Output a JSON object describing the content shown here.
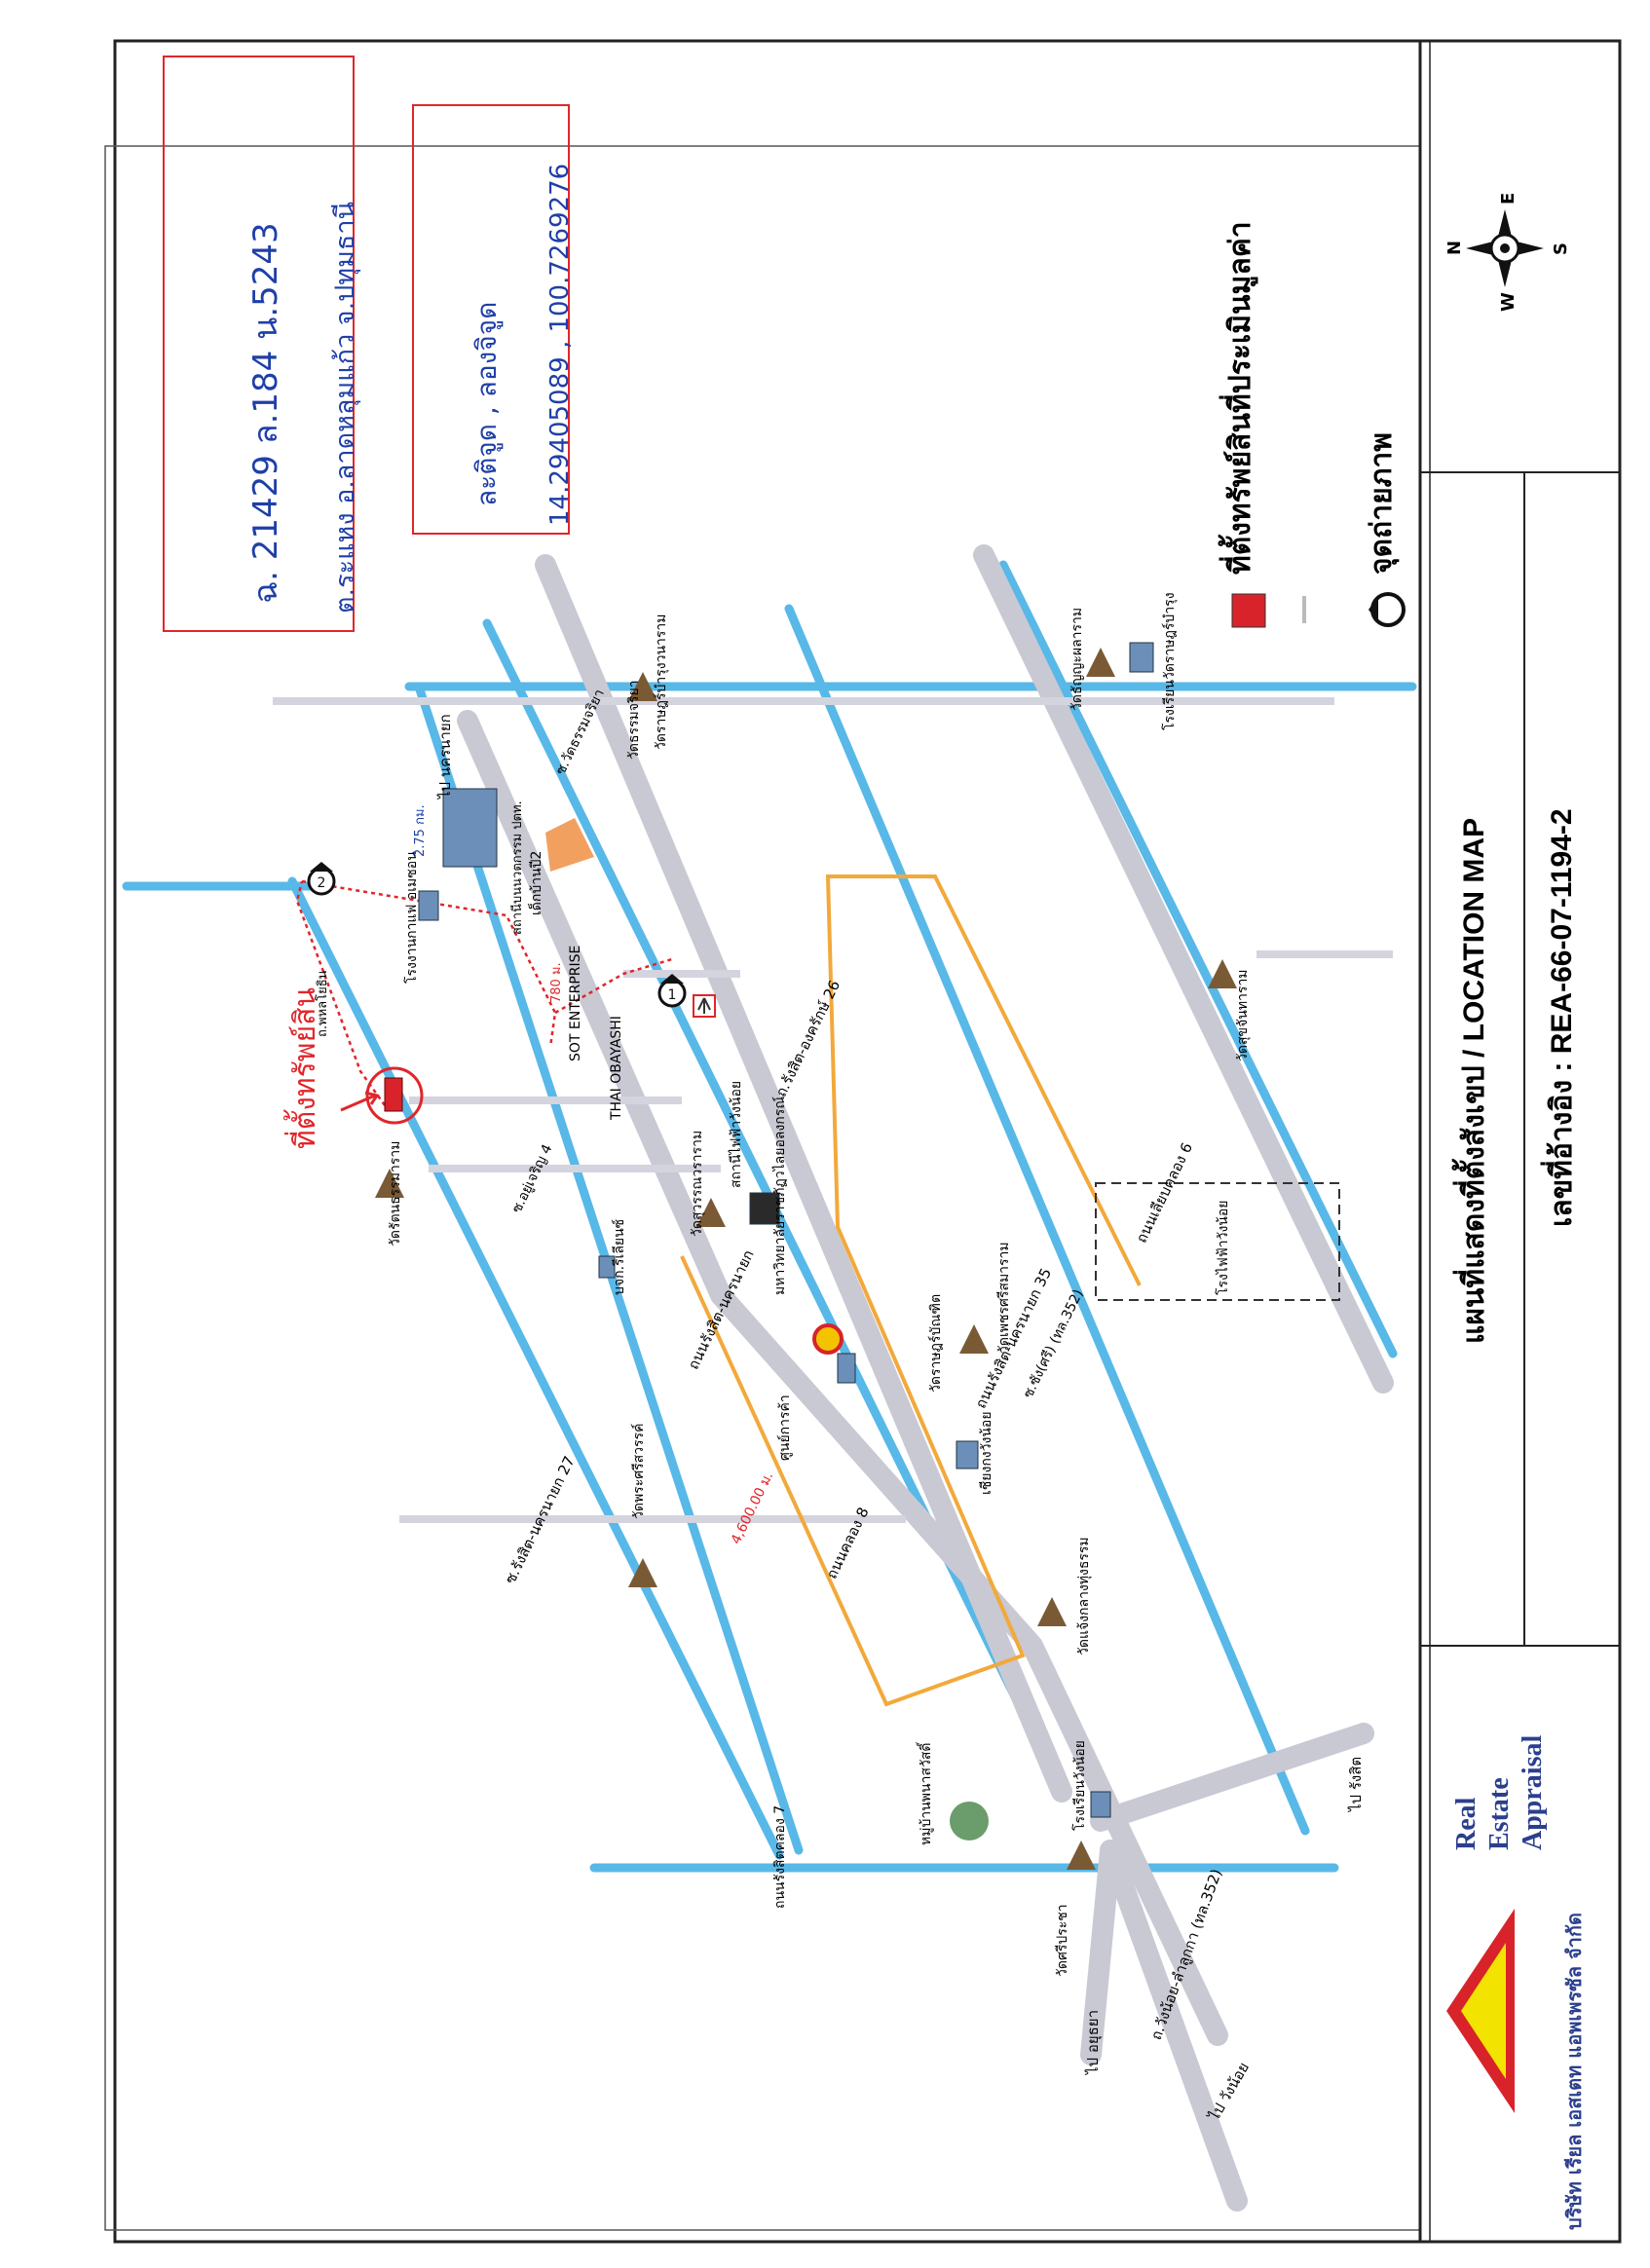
{
  "hand_note": {
    "lines": [
      "ฉ. 21429 ล.184 น.5243",
      "ต.ระแหง อ.ลาดหลุมแก้ว จ.ปทุมธานี"
    ]
  },
  "coord_note": {
    "lines": [
      "ละติจูด , ลองจิจูด",
      "14.29405089 , 100.7269276"
    ]
  },
  "handwritten_label": "ที่ตั้งทรัพย์สิน",
  "road_labels": [
    "ถนนรังสิต-นครนายก",
    "ซ.รังสิต-นครนายก 27",
    "ถ.รังสิต-องครักษ์ 26",
    "ถนนรังสิต-นครนายก 35",
    "ถนนคลอง 8",
    "ถ.วังน้อย-ลำลูกกา (ทล.352)",
    "ซ.วัดธรรมจริยา",
    "ซ.อยู่เจริญ 4",
    "ซ.ซัง(ศรี) (ทล.352)",
    "ถนนเลียบคลอง 6",
    "ถ.พหลโยธิน",
    "ถนนรังสิตคลอง 7"
  ],
  "place_labels": [
    "วัดธรรมจริยา",
    "วัดราษฎร์บำรุงวนาราม",
    "วัดธัญญะผลาราม",
    "โรงเรียนวัดราษฎร์บำรุง",
    "วัดสุขจันทาราม",
    "เด็กบ้านปี2",
    "สถานีบนนวตกรรม ปตท.",
    "โรงงานกาแฟ อเมซอน",
    "SOT ENTERPRISE",
    "THAI OBAYASHI",
    "สถานีไฟฟ้าวังน้อย",
    "วัดรัตนธรรมาราม",
    "บจก.รีเลียนซ์",
    "มหาวิทยาลัยราชภัฏวไลยอลงกรณ์",
    "วัดสุวรรณวราราม",
    "วัดราษฎร์บัณฑิต",
    "ศูนย์การค้า",
    "วัดเพชรศรีสมาราม",
    "โรงไฟฟ้าวังน้อย",
    "เชียงกงวังน้อย",
    "วัดพระศรีสวรรค์",
    "วัดแจ้งกลางทุ่งธรรม",
    "หมู่บ้านพนาสวัสดิ์",
    "โรงเรียนวังน้อย",
    "วัดศรีประชา",
    "ไป อยุธยา",
    "ไป รังสิต",
    "ไป วังน้อย",
    "ไป นครนายก",
    "4,600.00 ม.",
    "780 ม.",
    "2.75 กม."
  ],
  "legend": {
    "items": [
      "ที่ตั้งทรัพย์สินที่ประเมินมูลค่า",
      "",
      "จุดถ่ายภาพ"
    ],
    "marker_color": "#d8232a"
  },
  "compass": {
    "n": "N",
    "s": "S",
    "e": "E",
    "w": "W"
  },
  "title": "แผนที่แสดงที่ตั้งสังเขป / LOCATION MAP",
  "reference": "เลขที่อ้างอิง : REA-66-07-1194-2",
  "company": {
    "name_en": [
      "Real",
      "Estate",
      "Appraisal"
    ],
    "name_th": "บริษัท เรียล เอสเตท แอพเพรซัล จำกัด",
    "logo_outer": "#d8232a",
    "logo_inner": "#f2e300"
  },
  "photo_points": [
    "1",
    "2"
  ],
  "colors": {
    "canal": "#58b8e8",
    "road": "#c9c9d4",
    "route": "#f2a93b",
    "ink": "#1f3fa8",
    "red": "#e0262a"
  }
}
